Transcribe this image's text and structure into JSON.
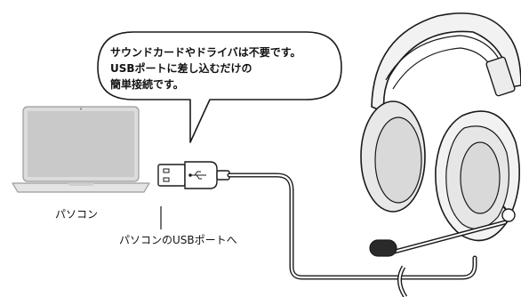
{
  "callout": {
    "lines": [
      "サウンドカードやドライバは不要です。",
      "USBポートに差し込むだけの",
      "簡単接続です。"
    ]
  },
  "labels": {
    "laptop": "パソコン",
    "usb_port": "パソコンのUSBポートへ"
  },
  "colors": {
    "outline": "#1a1a1a",
    "laptop_screen": "#c9c9c9",
    "laptop_body": "#e4e4e4",
    "headset_fill": "#f2f2f2",
    "ear_pad": "#d9d9d9"
  }
}
